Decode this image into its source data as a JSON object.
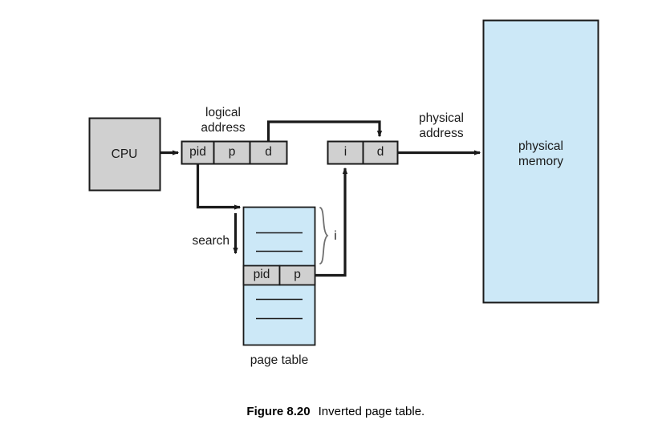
{
  "figure": {
    "caption_number": "Figure 8.20",
    "caption_text": "Inverted page table."
  },
  "colors": {
    "memory_fill": "#cce8f7",
    "table_fill": "#cce8f7",
    "cell_fill": "#d0d0d0",
    "cpu_fill": "#d0d0d0",
    "stroke": "#1a1a1a",
    "brace": "#6f6f6f",
    "background": "#ffffff"
  },
  "diagram": {
    "cpu": {
      "label": "CPU"
    },
    "logical_address": {
      "title_line1": "logical",
      "title_line2": "address",
      "fields": [
        {
          "label": "pid"
        },
        {
          "label": "p"
        },
        {
          "label": "d"
        }
      ]
    },
    "physical_address": {
      "title_line1": "physical",
      "title_line2": "address",
      "fields": [
        {
          "label": "i"
        },
        {
          "label": "d"
        }
      ]
    },
    "physical_memory": {
      "label_line1": "physical",
      "label_line2": "memory"
    },
    "page_table": {
      "caption": "page table",
      "entry_fields": [
        {
          "label": "pid"
        },
        {
          "label": "p"
        }
      ],
      "index_brace_label": "i",
      "search_label": "search",
      "blank_rows_above": 2,
      "blank_rows_below": 2
    }
  }
}
